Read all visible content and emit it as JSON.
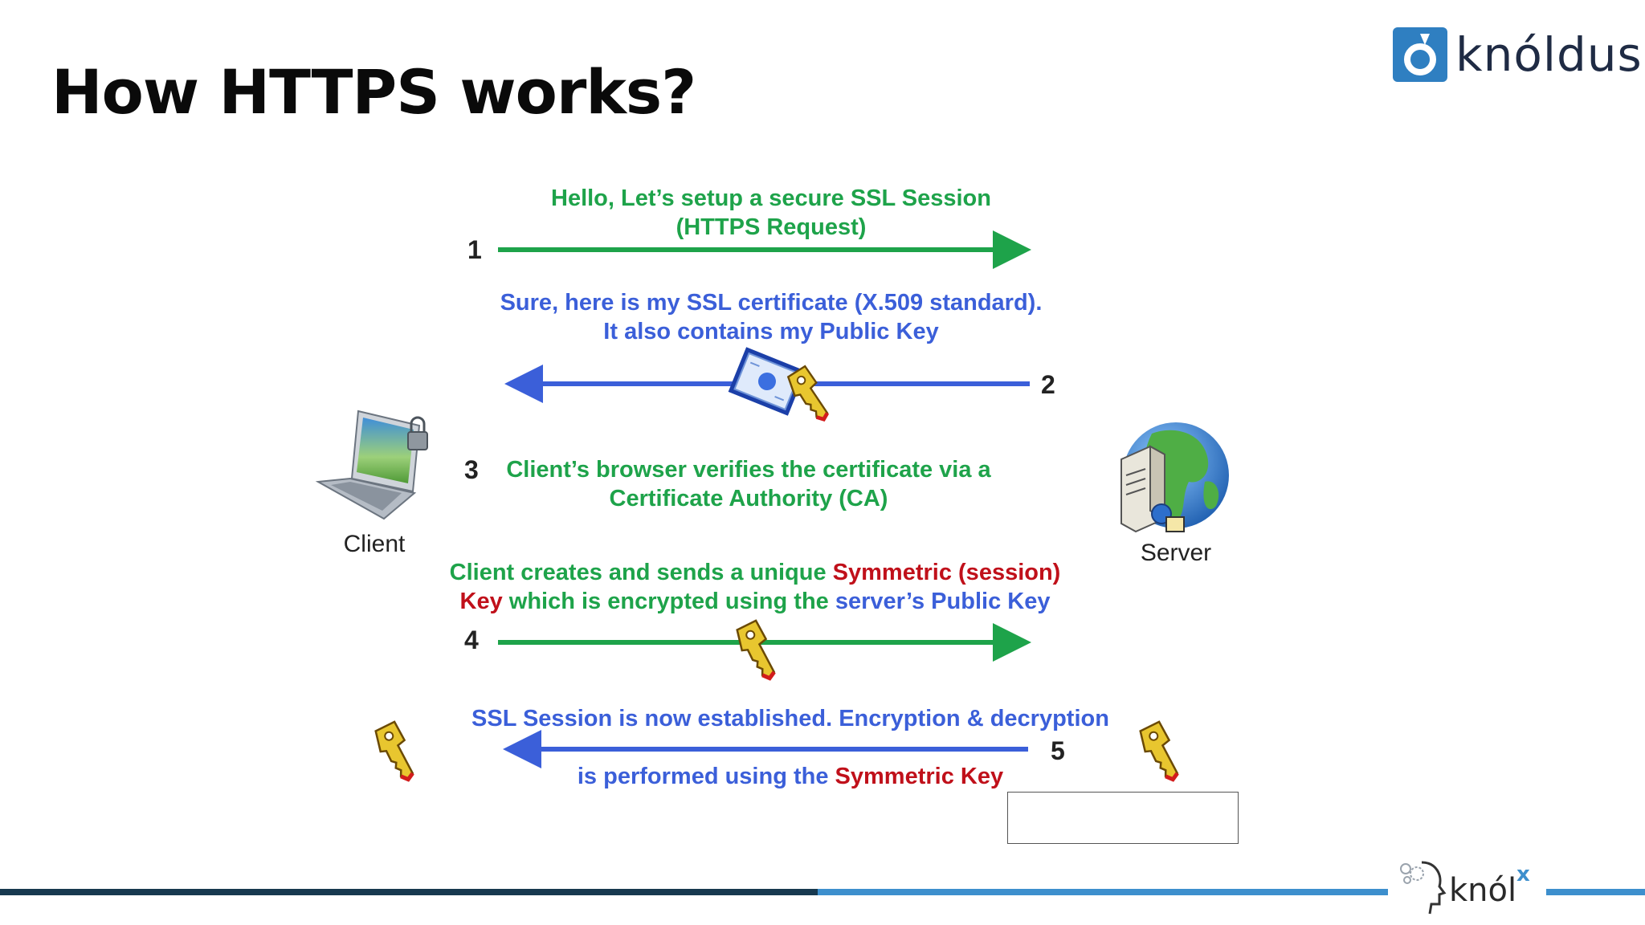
{
  "slide": {
    "title": "How HTTPS works?"
  },
  "brand": {
    "name": "knóldus",
    "mark_letter": "o",
    "color": "#1f2b44",
    "accent": "#2f7fc1"
  },
  "diagram": {
    "client_label": "Client",
    "server_label": "Server",
    "steps": [
      {
        "number": "1",
        "direction": "client-to-server",
        "color": "#1ea34a",
        "lines": [
          "Hello, Let’s setup a secure SSL Session",
          "(HTTPS Request)"
        ]
      },
      {
        "number": "2",
        "direction": "server-to-client",
        "color": "#3b5fd9",
        "lines": [
          "Sure, here is my SSL certificate (X.509 standard).",
          "It also contains my Public Key"
        ]
      },
      {
        "number": "3",
        "direction": "none",
        "color": "#1ea34a",
        "lines": [
          "Client’s browser verifies the certificate via a",
          "Certificate Authority (CA)"
        ]
      },
      {
        "number": "4",
        "direction": "client-to-server",
        "line1": {
          "a": "Client creates and sends a unique ",
          "b": "Symmetric (session)"
        },
        "line2": {
          "a": "Key",
          "b": " which is encrypted using the ",
          "c": "server’s Public Key"
        }
      },
      {
        "number": "5",
        "direction": "server-to-client",
        "line1": "SSL Session is now established. Encryption & decryption",
        "line2": {
          "a": "is performed using the ",
          "b": "Symmetric Key"
        }
      }
    ],
    "colors": {
      "green": "#1ea34a",
      "blue": "#3b5fd9",
      "red": "#c0101a"
    },
    "icons": [
      "laptop-lock-icon",
      "server-globe-icon",
      "certificate-icon",
      "key-icon"
    ]
  },
  "footer": {
    "logo_word": "knól",
    "logo_sup": "x",
    "bar_dark": "#17394f",
    "bar_light": "#3d8fcd"
  }
}
